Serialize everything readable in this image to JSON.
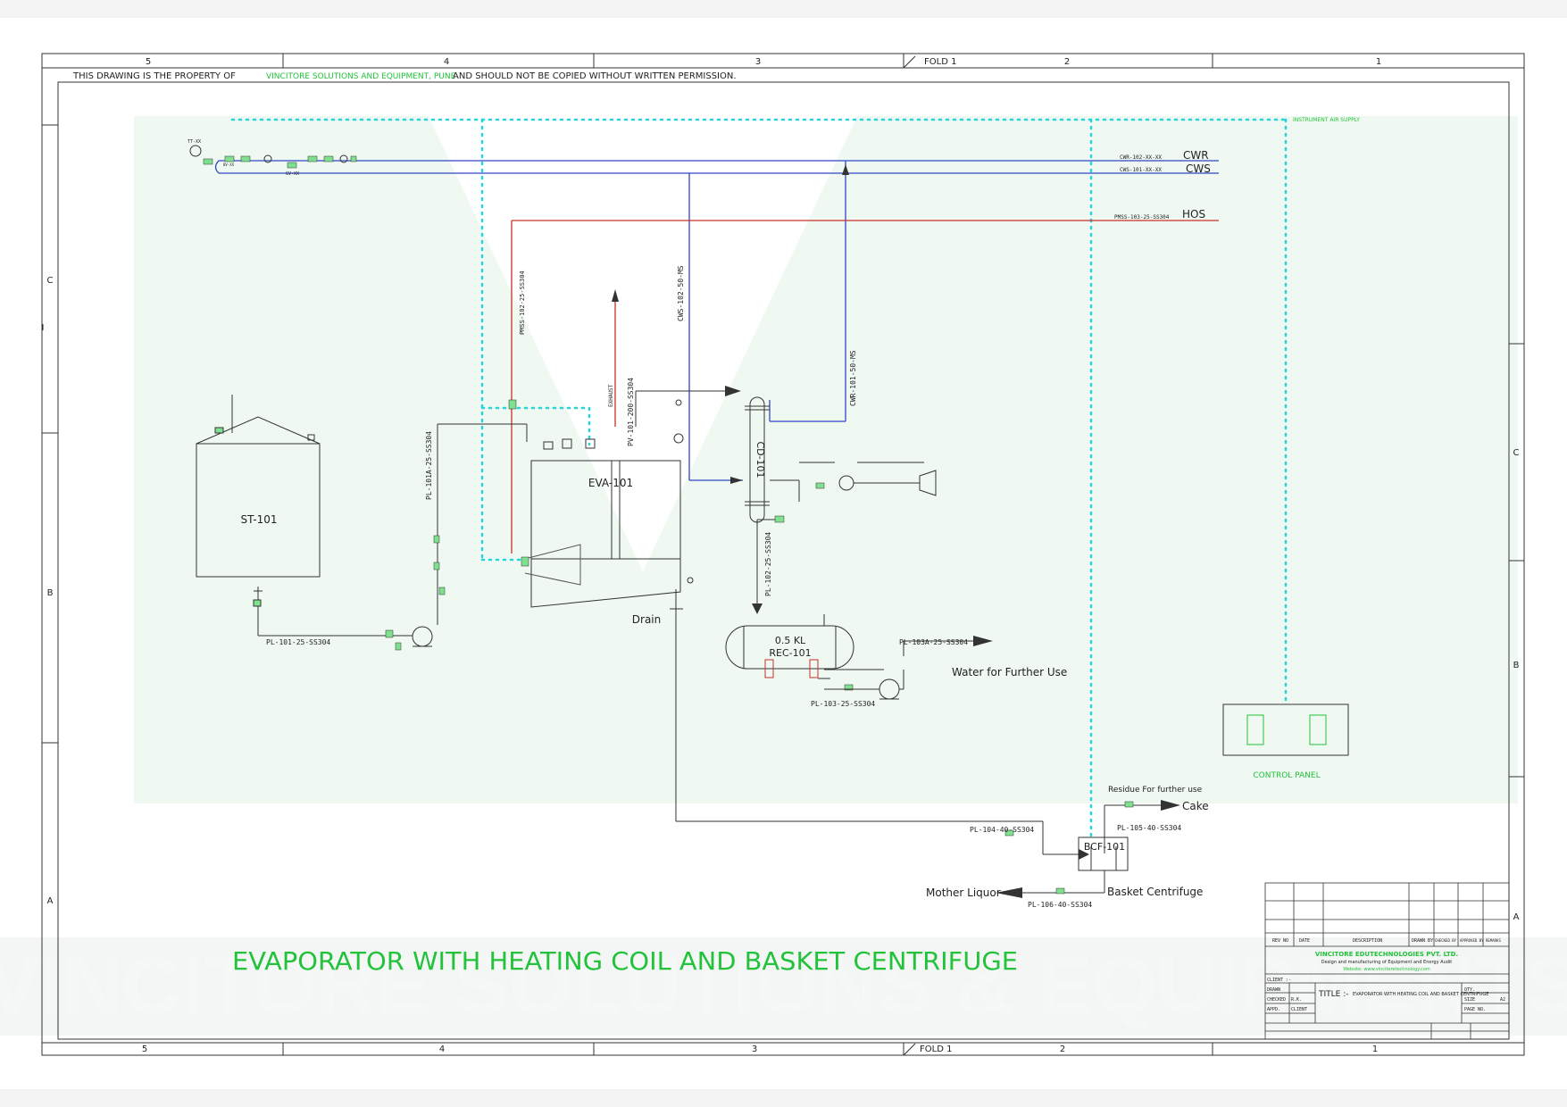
{
  "border": {
    "top_zones": [
      "5",
      "4",
      "3",
      "FOLD 1",
      "2",
      "1"
    ],
    "bottom_zones": [
      "5",
      "4",
      "3",
      "FOLD 1",
      "2",
      "1"
    ],
    "left_zones": [
      "C",
      "I",
      "B",
      "A"
    ],
    "right_zones": [
      "C",
      "B",
      "A"
    ]
  },
  "notice": {
    "prefix": "THIS DRAWING IS THE PROPERTY OF",
    "company": "VINCITORE SOLUTIONS AND EQUIPMENT, PUNE",
    "suffix": "AND SHOULD NOT BE COPIED WITHOUT WRITTEN PERMISSION."
  },
  "utilities": {
    "air_label": "INSTRUMENT AIR SUPPLY",
    "cwr_line": "CWR-102-XX-XX",
    "cwr": "CWR",
    "cws_line": "CWS-101-XX-XX",
    "cws": "CWS",
    "hos_line": "PMSS-103-25-SS304",
    "hos": "HOS",
    "instr_tt": "TT-XX",
    "instr_gv": "GV-XX",
    "instr_bv": "BV-XX"
  },
  "equipment": {
    "st101": "ST-101",
    "eva101": "EVA-101",
    "cd101": "CD-101",
    "rec_cap": "0.5 KL",
    "rec101": "REC-101",
    "bcf101": "BCF-101",
    "control_panel": "CONTROL PANEL"
  },
  "lines": {
    "pl101": "PL-101-25-SS304",
    "pl101a": "PL-101A-25-SS304",
    "pmss102": "PMSS-102-25-SS304",
    "pv101": "PV-101-200-SS304",
    "exhaust": "EXHAUST",
    "cws102": "CWS-102-50-MS",
    "cwr101": "CWR-101-50-MS",
    "pl102": "PL-102-25-SS304",
    "pl103": "PL-103-25-SS304",
    "pl103a": "PL-103A-25-SS304",
    "pl104": "PL-104-40-SS304",
    "pl105": "PL-105-40-SS304",
    "pl106": "PL-106-40-SS304"
  },
  "streams": {
    "drain": "Drain",
    "water": "Water for Further Use",
    "residue": "Residue For further use",
    "cake": "Cake",
    "basket": "Basket Centrifuge",
    "mother": "Mother Liquor"
  },
  "drawing_title": "EVAPORATOR WITH HEATING COIL AND BASKET CENTRIFUGE",
  "title_block": {
    "rev_headers": [
      "REV NO",
      "DATE",
      "DESCRIPTION",
      "DRAWN BY",
      "CHECKED BY",
      "APPROVED BY",
      "REMARKS"
    ],
    "company": "VINCITORE EDUTECHNOLOGIES PVT. LTD.",
    "tagline": "Design and manufacturing of Equipment and Energy Audit",
    "website": "Website: www.vincitoretechnology.com",
    "client": "CLIENT :-",
    "drawn": "DRAWN",
    "checked": "CHECKED",
    "approved": "APPD.",
    "checked_by": "R.K.",
    "client_short": "CLIENT",
    "title_label": "TITLE :-",
    "title_text": "EVAPORATOR WITH HEATING COIL AND BASKET CENTRIFUGE",
    "qty": "QTY.",
    "size": "SIZE",
    "size_val": "A2",
    "page": "PAGE NO."
  },
  "colors": {
    "air": "#22d6e0",
    "cooling_water": "#2f46c8",
    "hot_oil": "#c8302a",
    "process": "#333333",
    "accent_green": "#22c33b"
  },
  "watermark": "VINCITORE SOLUTIONS & EQUIPMENTS"
}
